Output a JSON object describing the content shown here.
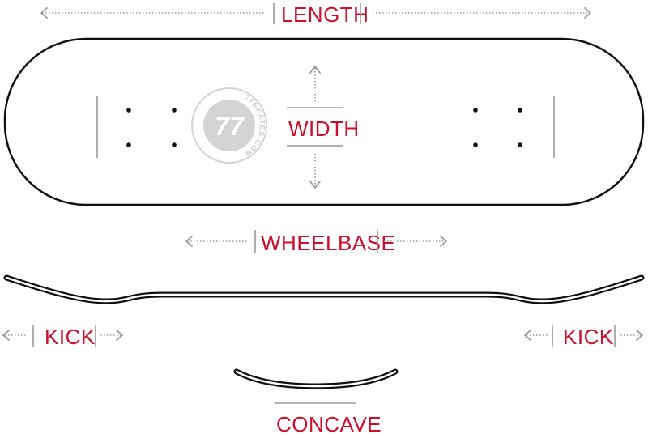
{
  "labels": {
    "length": "LENGTH",
    "width": "WIDTH",
    "wheelbase": "WHEELBASE",
    "kick_left": "KICK",
    "kick_right": "KICK",
    "concave": "CONCAVE"
  },
  "logo": {
    "mark": "77",
    "ring_text": "77SKATES.COM"
  },
  "colors": {
    "label": "#c8102e",
    "guide": "#9a9a9a",
    "outline": "#111111",
    "logo": "#d4d4d4"
  }
}
